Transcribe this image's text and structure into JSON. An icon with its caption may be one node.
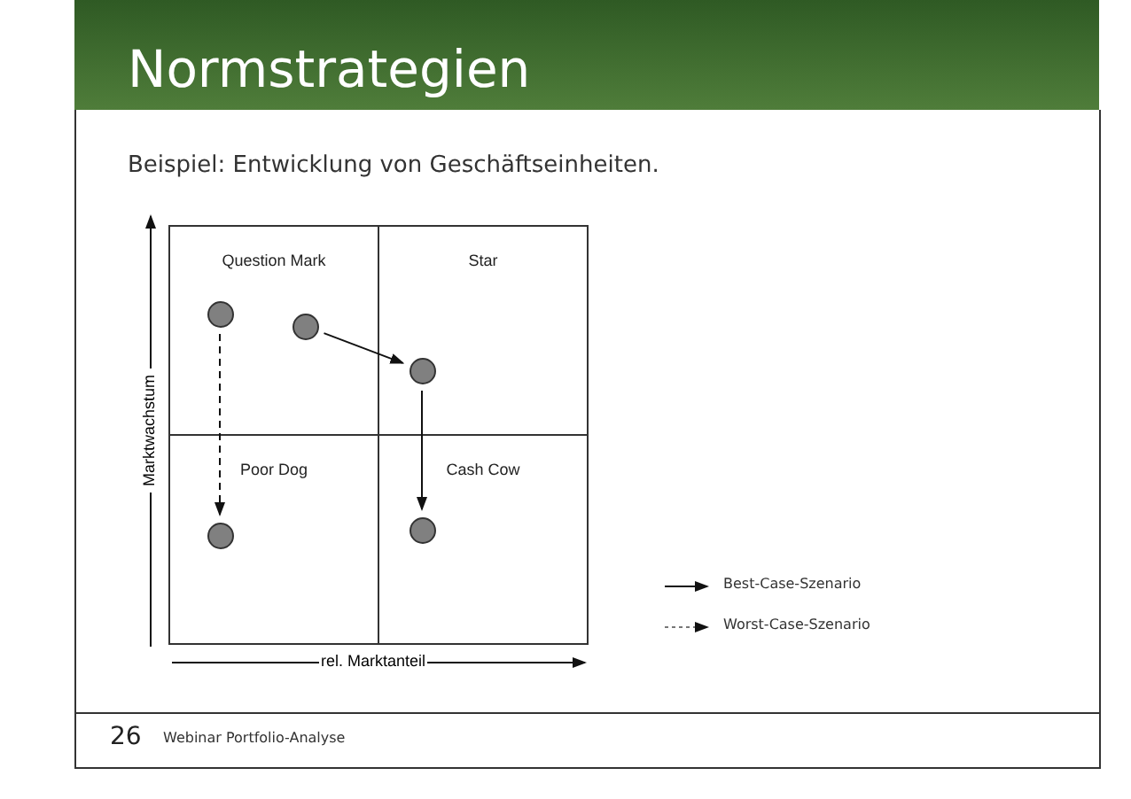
{
  "diagram": {
    "title": "Normstrategien",
    "nodes": [
      {
        "text": [
          "Question Mark"
        ]
      },
      {
        "text": [
          "Star"
        ]
      },
      {
        "text": [
          "Poor Dog"
        ]
      },
      {
        "text": [
          "Cash Cow"
        ]
      },
      {
        "text": [],
        "shape": "circle",
        "in": 0
      },
      {
        "text": [],
        "shape": "circle",
        "in": 0
      },
      {
        "text": [],
        "shape": "circle",
        "in": 1
      },
      {
        "text": [],
        "shape": "circle",
        "in": 2
      },
      {
        "text": [],
        "shape": "circle",
        "in": 3
      }
    ],
    "edges": [
      {
        "from": 5,
        "to": 6,
        "arrow": "to"
      },
      {
        "from": 6,
        "to": 8,
        "arrow": "to"
      },
      {
        "from": 4,
        "to": 7,
        "arrow": "to",
        "style": "dashed"
      }
    ],
    "labels": [
      "Beispiel: Entwicklung von Geschäftseinheiten.",
      "Marktwachstum",
      "rel. Marktanteil",
      "26",
      "Webinar Portfolio-Analyse"
    ],
    "legend": [
      {
        "text": "Best-Case-Szenario"
      },
      {
        "text": "Worst-Case-Szenario"
      }
    ]
  }
}
